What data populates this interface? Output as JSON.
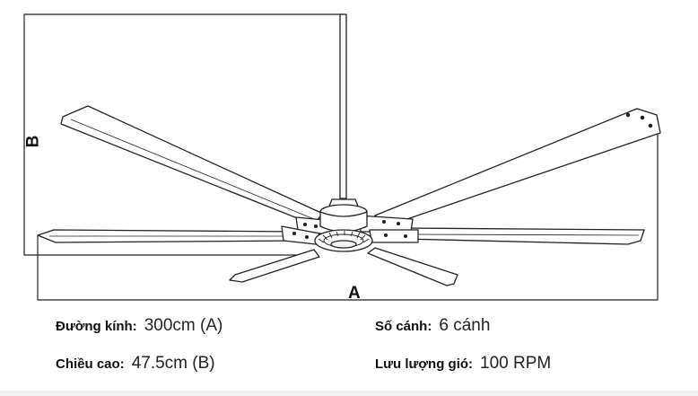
{
  "dimensions": {
    "height_marker": "B",
    "diameter_marker": "A"
  },
  "specs": {
    "diameter_label": "Đường kính:",
    "diameter_value": "300cm (A)",
    "height_label": "Chiều cao:",
    "height_value": "47.5cm (B)",
    "blades_label": "Số cánh:",
    "blades_value": "6 cánh",
    "airflow_label": "Lưu lượng gió:",
    "airflow_value": "100 RPM"
  }
}
